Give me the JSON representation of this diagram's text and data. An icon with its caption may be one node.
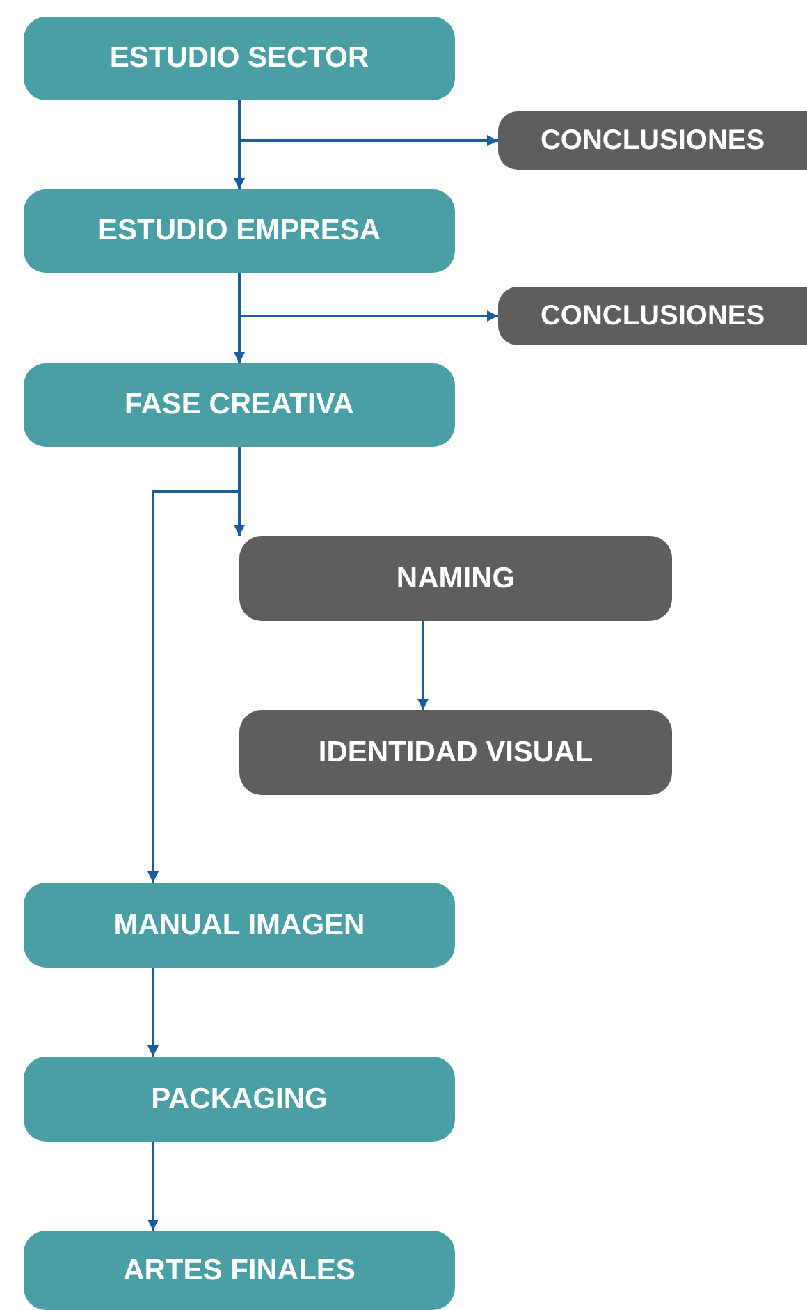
{
  "diagram": {
    "nodes": [
      {
        "text": [
          "ESTUDIO SECTOR"
        ]
      },
      {
        "text": [
          "CONCLUSIONES"
        ]
      },
      {
        "text": [
          "ESTUDIO EMPRESA"
        ]
      },
      {
        "text": [
          "CONCLUSIONES"
        ]
      },
      {
        "text": [
          "FASE CREATIVA"
        ]
      },
      {
        "text": [
          "NAMING"
        ]
      },
      {
        "text": [
          "IDENTIDAD VISUAL"
        ]
      },
      {
        "text": [
          "MANUAL IMAGEN"
        ]
      },
      {
        "text": [
          "PACKAGING"
        ]
      },
      {
        "text": [
          "ARTES FINALES"
        ]
      }
    ],
    "edges": [
      {
        "from": 0,
        "to": 2,
        "arrow": "to"
      },
      {
        "from": 0,
        "to": 1,
        "arrow": "to"
      },
      {
        "from": 2,
        "to": 4,
        "arrow": "to"
      },
      {
        "from": 2,
        "to": 3,
        "arrow": "to"
      },
      {
        "from": 4,
        "to": 5,
        "arrow": "to"
      },
      {
        "from": 4,
        "to": 7,
        "arrow": "to"
      },
      {
        "from": 5,
        "to": 6,
        "arrow": "to"
      },
      {
        "from": 7,
        "to": 8,
        "arrow": "to"
      },
      {
        "from": 8,
        "to": 9,
        "arrow": "to"
      }
    ]
  }
}
